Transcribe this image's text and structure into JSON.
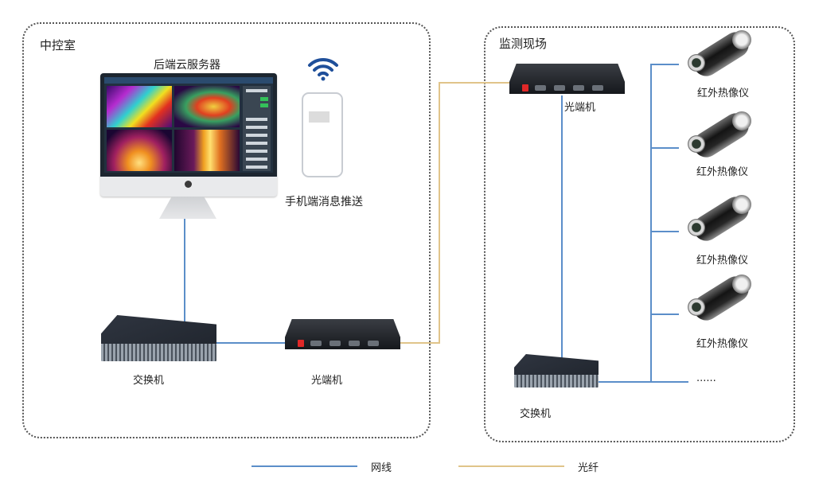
{
  "diagram": {
    "zones": [
      {
        "id": "control-room",
        "title": "中控室"
      },
      {
        "id": "monitoring-site",
        "title": "监测现场"
      }
    ],
    "control_room": {
      "server_label": "后端云服务器",
      "phone_label": "手机端消息推送",
      "switch_label": "交换机",
      "transceiver_label": "光端机"
    },
    "monitoring_site": {
      "transceiver_label": "光端机",
      "switch_label": "交换机",
      "cameras": [
        {
          "label": "红外热像仪"
        },
        {
          "label": "红外热像仪"
        },
        {
          "label": "红外热像仪"
        },
        {
          "label": "红外热像仪"
        }
      ],
      "more_label": "......"
    },
    "legend": [
      {
        "label": "网线",
        "color": "#5b8ec9"
      },
      {
        "label": "光纤",
        "color": "#e0c48a"
      }
    ],
    "icons": {
      "wifi": "wifi-icon",
      "monitor": "monitor-icon",
      "phone": "phone-icon",
      "switch": "network-switch-icon",
      "transceiver": "fiber-transceiver-icon",
      "camera": "thermal-camera-icon"
    }
  }
}
